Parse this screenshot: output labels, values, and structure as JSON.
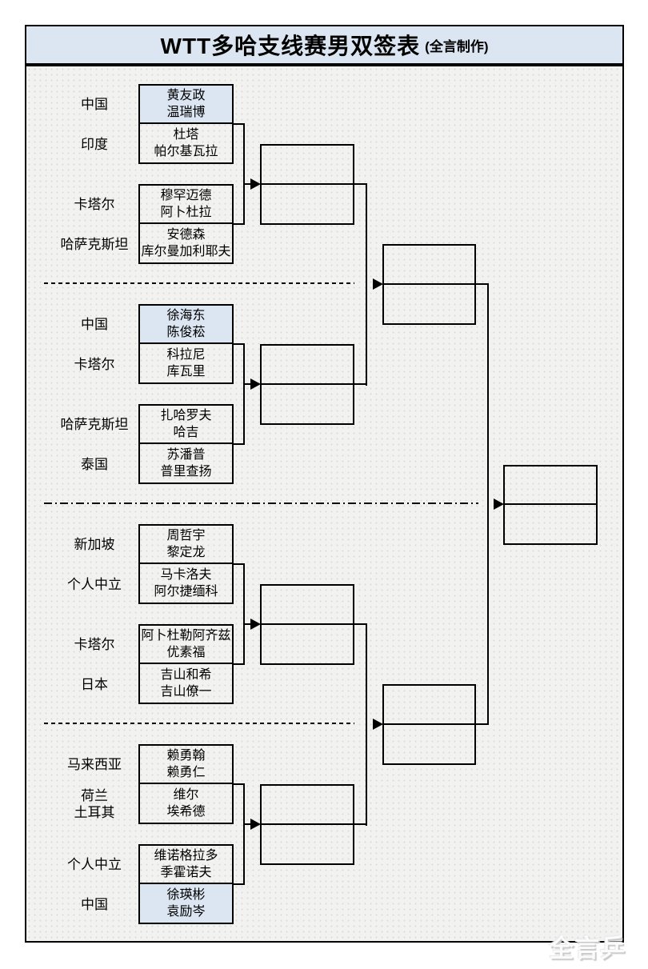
{
  "title": {
    "main": "WTT多哈支线赛男双签表",
    "suffix": "(全言制作)"
  },
  "watermark": "全言乒乓",
  "colors": {
    "title_fill": "#dbe6f2",
    "seed_fill": "#dbe6f2",
    "line": "#000000",
    "background": "#f2f2f1"
  },
  "bracket": {
    "advancement_boxes": {
      "round2": 4,
      "semifinal": 2,
      "final": 1
    },
    "sections": [
      {
        "entries": [
          {
            "country": "中国",
            "players": [
              "黄友政",
              "温瑞博"
            ],
            "seeded": true
          },
          {
            "country": "印度",
            "players": [
              "杜塔",
              "帕尔基瓦拉"
            ],
            "seeded": false
          },
          {
            "country": "卡塔尔",
            "players": [
              "穆罕迈德",
              "阿卜杜拉"
            ],
            "seeded": false
          },
          {
            "country": "哈萨克斯坦",
            "players": [
              "安德森",
              "库尔曼加利耶夫"
            ],
            "seeded": false
          }
        ]
      },
      {
        "entries": [
          {
            "country": "中国",
            "players": [
              "徐海东",
              "陈俊菘"
            ],
            "seeded": true
          },
          {
            "country": "卡塔尔",
            "players": [
              "科拉尼",
              "库瓦里"
            ],
            "seeded": false
          },
          {
            "country": "哈萨克斯坦",
            "players": [
              "扎哈罗夫",
              "哈吉"
            ],
            "seeded": false
          },
          {
            "country": "泰国",
            "players": [
              "苏潘普",
              "普里查扬"
            ],
            "seeded": false
          }
        ]
      },
      {
        "entries": [
          {
            "country": "新加坡",
            "players": [
              "周哲宇",
              "黎定龙"
            ],
            "seeded": false
          },
          {
            "country": "个人中立",
            "players": [
              "马卡洛夫",
              "阿尔捷缅科"
            ],
            "seeded": false
          },
          {
            "country": "卡塔尔",
            "players": [
              "阿卜杜勒阿齐兹",
              "优素福"
            ],
            "seeded": false
          },
          {
            "country": "日本",
            "players": [
              "吉山和希",
              "吉山僚一"
            ],
            "seeded": false
          }
        ]
      },
      {
        "entries": [
          {
            "country": "马来西亚",
            "players": [
              "赖勇翰",
              "赖勇仁"
            ],
            "seeded": false
          },
          {
            "country": "荷兰\n土耳其",
            "players": [
              "维尔",
              "埃希德"
            ],
            "seeded": false
          },
          {
            "country": "个人中立",
            "players": [
              "维诺格拉多",
              "季霍诺夫"
            ],
            "seeded": false
          },
          {
            "country": "中国",
            "players": [
              "徐瑛彬",
              "袁励岑"
            ],
            "seeded": true
          }
        ]
      }
    ]
  }
}
